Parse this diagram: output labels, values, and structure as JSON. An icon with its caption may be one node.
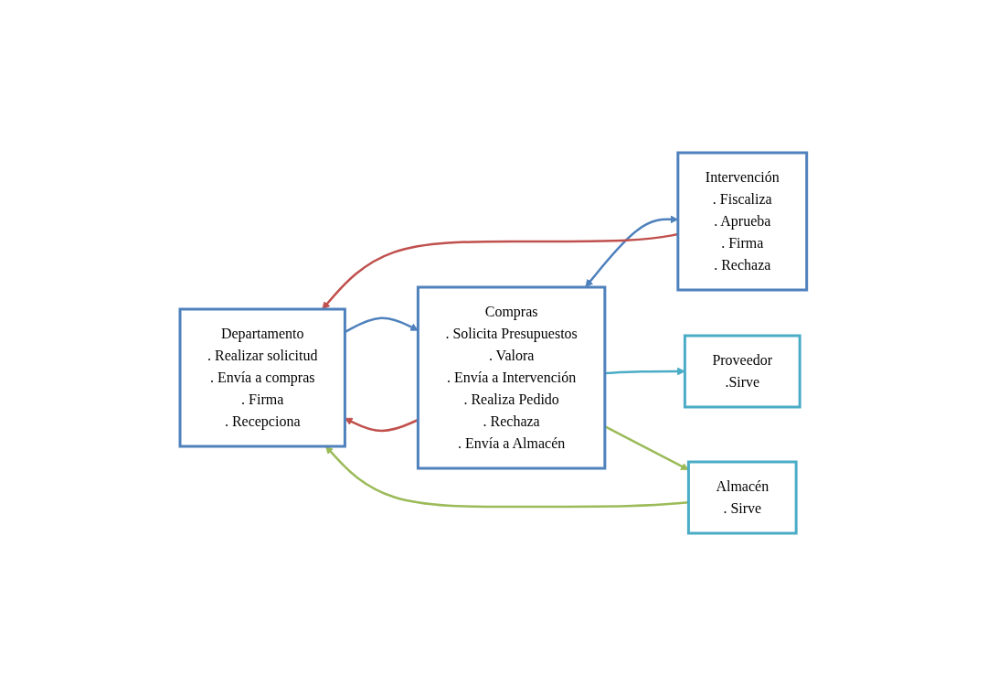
{
  "diagram": {
    "nodes": [
      {
        "text": [
          "Departamento",
          ". Realizar solicitud",
          ". Envía a compras",
          ". Firma",
          ". Recepciona"
        ]
      },
      {
        "text": [
          "Compras",
          ". Solicita Presupuestos",
          ". Valora",
          ". Envía a Intervención",
          ". Realiza Pedido",
          ". Rechaza",
          ". Envía a Almacén"
        ]
      },
      {
        "text": [
          "Intervención",
          ". Fiscaliza",
          ". Aprueba",
          ". Firma",
          ". Rechaza"
        ]
      },
      {
        "text": [
          "Proveedor",
          ".Sirve"
        ]
      },
      {
        "text": [
          "Almacén",
          ". Sirve"
        ]
      }
    ],
    "edges": [
      {
        "from": 0,
        "to": 1,
        "arrow": "to",
        "color": "#4f81bd"
      },
      {
        "from": 1,
        "to": 2,
        "arrow": "both",
        "color": "#4f81bd"
      },
      {
        "from": 2,
        "to": 0,
        "arrow": "to",
        "color": "#c0504d"
      },
      {
        "from": 1,
        "to": 0,
        "arrow": "to",
        "color": "#c0504d"
      },
      {
        "from": 1,
        "to": 3,
        "arrow": "to",
        "color": "#4bacc6"
      },
      {
        "from": 1,
        "to": 4,
        "arrow": "to",
        "color": "#9bbb59"
      },
      {
        "from": 4,
        "to": 0,
        "arrow": "to",
        "color": "#9bbb59"
      }
    ]
  }
}
